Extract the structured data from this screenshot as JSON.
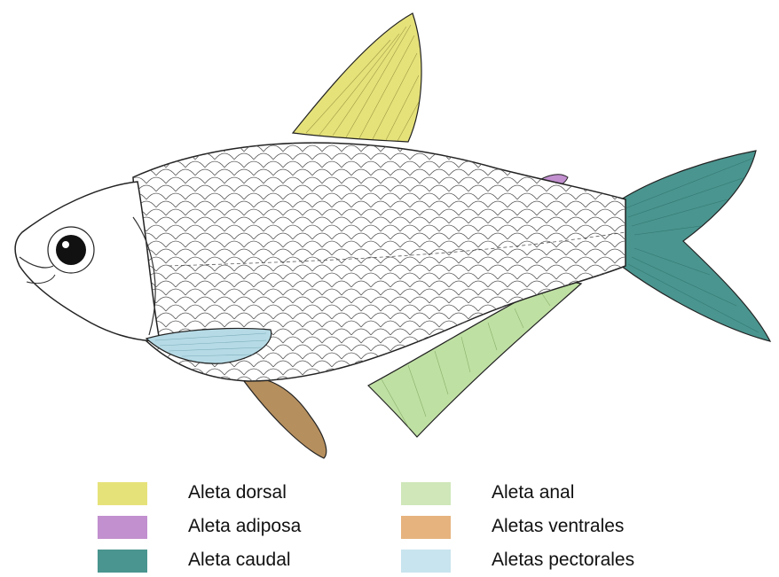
{
  "colors": {
    "dorsal": "#e6e27a",
    "adipose": "#c28fcf",
    "caudal": "#4a958f",
    "anal": "#bfe0a3",
    "ventral": "#b68f5e",
    "pectoral": "#b6dbe6",
    "legend_anal": "#cfe7b9",
    "legend_ventral": "#e6b37e",
    "legend_pectoral": "#c8e4ee"
  },
  "legend": {
    "left": [
      {
        "label": "Aleta dorsal",
        "color_key": "dorsal"
      },
      {
        "label": "Aleta adiposa",
        "color_key": "adipose"
      },
      {
        "label": "Aleta caudal",
        "color_key": "caudal"
      }
    ],
    "right": [
      {
        "label": "Aleta anal",
        "color_key": "legend_anal"
      },
      {
        "label": "Aletas ventrales",
        "color_key": "legend_ventral"
      },
      {
        "label": "Aletas pectorales",
        "color_key": "legend_pectoral"
      }
    ]
  }
}
